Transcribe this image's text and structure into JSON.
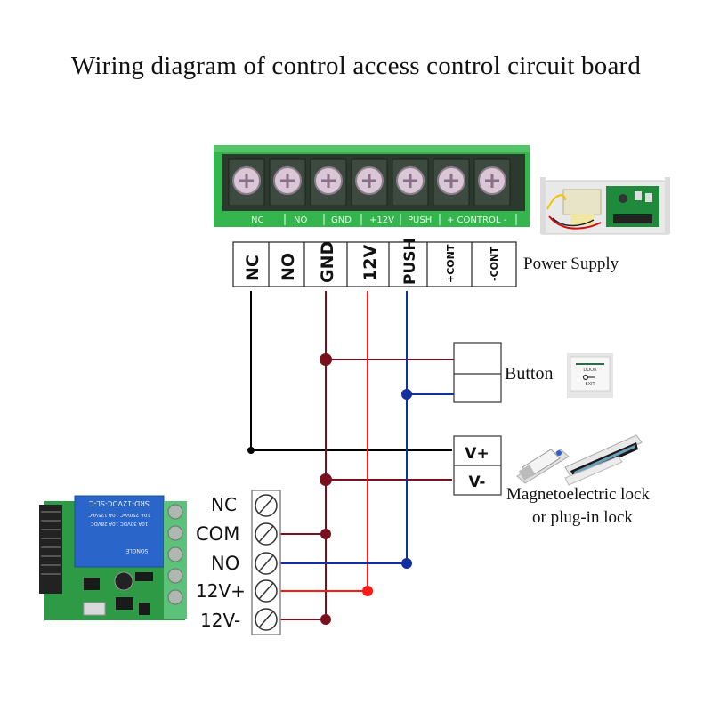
{
  "title": "Wiring diagram of control access control circuit board",
  "controller_board": {
    "silkscreen_labels": [
      "NC",
      "NO",
      "GND",
      "+12V",
      "PUSH",
      "+ CONTROL -"
    ],
    "terminal_count": 7
  },
  "terminal_block": {
    "cells": [
      "NC",
      "NO",
      "GND",
      "12V",
      "PUSH",
      "+CONT",
      "-CONT"
    ]
  },
  "power_supply": {
    "label": "Power Supply"
  },
  "button": {
    "label": "Button",
    "icon_text_top": "DOOR",
    "icon_text_bottom": "EXIT"
  },
  "lock": {
    "terminals": [
      "V+",
      "V-"
    ],
    "label_line1": "Magnetoelectric lock",
    "label_line2": "or plug-in lock"
  },
  "relay_module": {
    "terminals": [
      "NC",
      "COM",
      "NO",
      "12V+",
      "12V-"
    ],
    "relay_text": [
      "SRD-12VDC-SL-C",
      "10A 250VAC 10A 125VAC",
      "10A 30VDC 10A 28VDC",
      "SONGLE"
    ]
  },
  "wires": [
    {
      "name": "nc-wire",
      "color": "#000000"
    },
    {
      "name": "gnd-wire",
      "color": "#7a0f1e"
    },
    {
      "name": "12v-wire",
      "color": "#ff1a1a"
    },
    {
      "name": "push-wire",
      "color": "#1030a0"
    }
  ],
  "colors": {
    "black": "#000000",
    "dark_red": "#7a0f1e",
    "red": "#ff1a1a",
    "blue": "#1030a0",
    "board_green": "#2fb34a"
  }
}
